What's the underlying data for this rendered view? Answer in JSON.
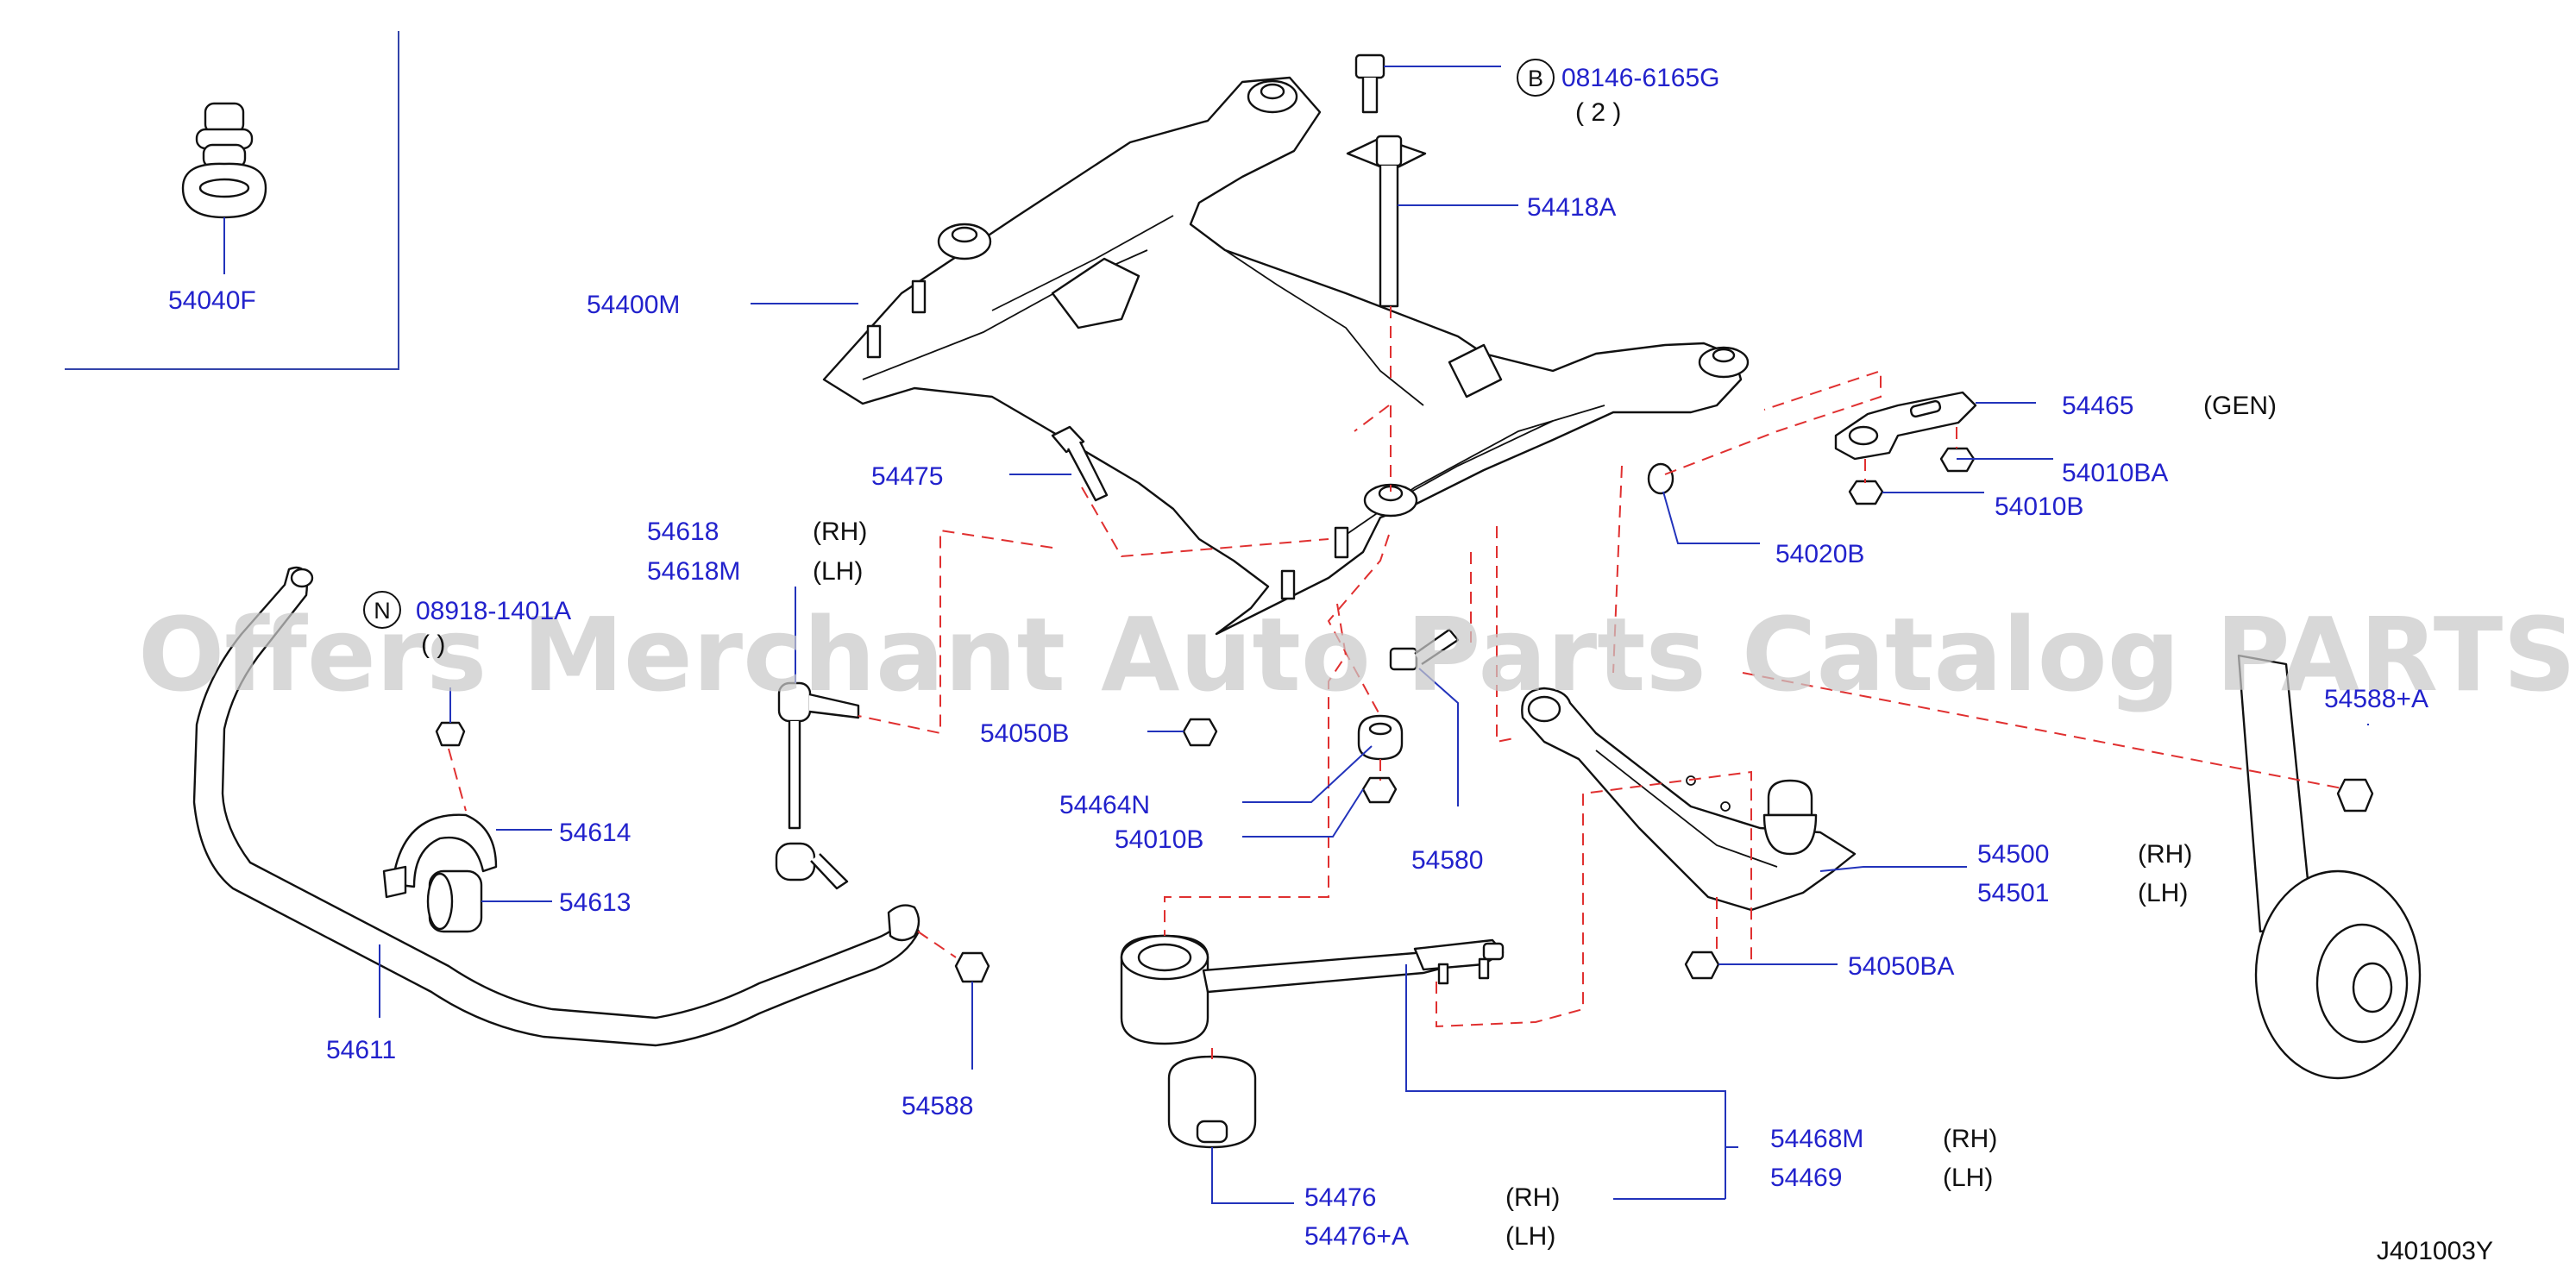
{
  "watermark": "Offers Merchant Auto Parts Catalog PARTSTORE.SA",
  "diagram_code": "J401003Y",
  "callouts": {
    "b": "B",
    "n": "N"
  },
  "labels": {
    "p08146": "08146-6165G",
    "p08146_qty": "( 2 )",
    "p54418a": "54418A",
    "p54040f": "54040F",
    "p54400m": "54400M",
    "p54465": "54465",
    "p54465_note": "(GEN)",
    "p54010ba": "54010BA",
    "p54010b_top": "54010B",
    "p54475": "54475",
    "p54020b": "54020B",
    "p54618": "54618",
    "p54618_side": "(RH)",
    "p54618m": "54618M",
    "p54618m_side": "(LH)",
    "p08918": "08918-1401A",
    "p08918_qty": "( )",
    "p54588a": "54588+A",
    "p54050b": "54050B",
    "p54464n": "54464N",
    "p54010b_mid": "54010B",
    "p54580": "54580",
    "p54614": "54614",
    "p54613": "54613",
    "p54500": "54500",
    "p54500_side": "(RH)",
    "p54501": "54501",
    "p54501_side": "(LH)",
    "p54050ba": "54050BA",
    "p54611": "54611",
    "p54588": "54588",
    "p54468m": "54468M",
    "p54468m_side": "(RH)",
    "p54469": "54469",
    "p54469_side": "(LH)",
    "p54476": "54476",
    "p54476_side": "(RH)",
    "p54476a": "54476+A",
    "p54476a_side": "(LH)"
  }
}
